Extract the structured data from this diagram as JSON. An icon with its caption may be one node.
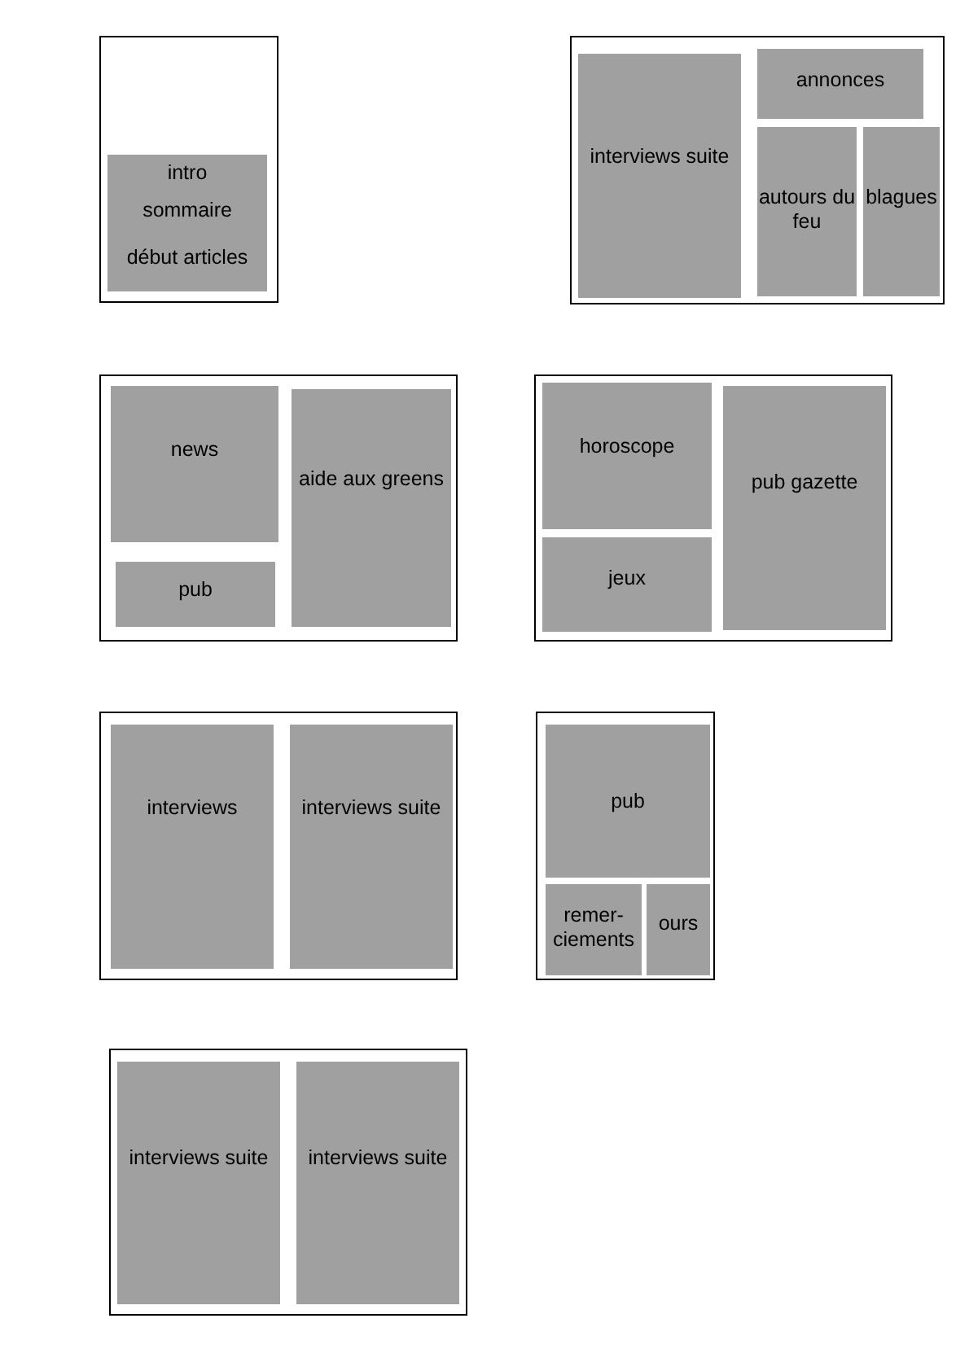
{
  "diagram": {
    "nodes": [
      {
        "text": [],
        "shape": "box"
      },
      {
        "text": [
          "intro",
          "sommaire",
          "début articles"
        ],
        "in": 0
      },
      {
        "text": [],
        "shape": "box"
      },
      {
        "text": [
          "interviews suite"
        ],
        "in": 2
      },
      {
        "text": [
          "annonces"
        ],
        "in": 2
      },
      {
        "text": [
          "autours du feu"
        ],
        "in": 2
      },
      {
        "text": [
          "blagues"
        ],
        "in": 2
      },
      {
        "text": [],
        "shape": "box"
      },
      {
        "text": [
          "news"
        ],
        "in": 7
      },
      {
        "text": [
          "pub"
        ],
        "in": 7
      },
      {
        "text": [
          "aide aux greens"
        ],
        "in": 7
      },
      {
        "text": [],
        "shape": "box"
      },
      {
        "text": [
          "horoscope"
        ],
        "in": 11
      },
      {
        "text": [
          "jeux"
        ],
        "in": 11
      },
      {
        "text": [
          "pub gazette"
        ],
        "in": 11
      },
      {
        "text": [],
        "shape": "box"
      },
      {
        "text": [
          "interviews"
        ],
        "in": 15
      },
      {
        "text": [
          "interviews suite"
        ],
        "in": 15
      },
      {
        "text": [],
        "shape": "box"
      },
      {
        "text": [
          "pub"
        ],
        "in": 18
      },
      {
        "text": [
          "remer- ciements"
        ],
        "in": 18
      },
      {
        "text": [
          "ours"
        ],
        "in": 18
      },
      {
        "text": [],
        "shape": "box"
      },
      {
        "text": [
          "interviews suite"
        ],
        "in": 22
      },
      {
        "text": [
          "interviews suite"
        ],
        "in": 22
      }
    ]
  }
}
